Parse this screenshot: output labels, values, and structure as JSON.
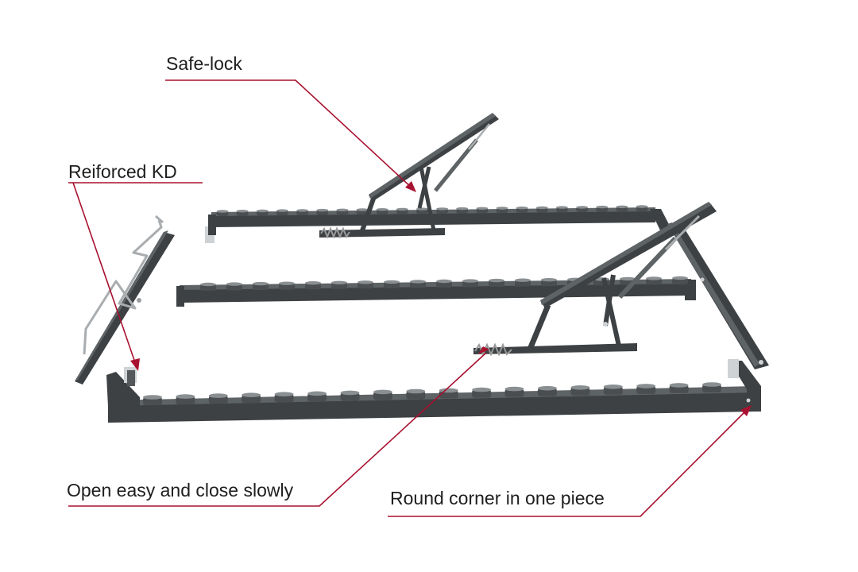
{
  "colors": {
    "frame_dark": "#3d4143",
    "frame_top": "#5e6365",
    "slat_holder": "#4a4e50",
    "slat_holder_top": "#8a8f92",
    "wire": "#a9adb0",
    "callout_line": "#a8112f",
    "label_text": "#1e1e1e",
    "spring": "#9a9a9a"
  },
  "callouts": [
    {
      "id": "safe_lock",
      "text": "Safe-lock"
    },
    {
      "id": "reinforced_kd",
      "text": "Reiforced KD"
    },
    {
      "id": "open_easy",
      "text": "Open easy and close slowly"
    },
    {
      "id": "round_corner",
      "text": "Round corner in one piece"
    }
  ]
}
